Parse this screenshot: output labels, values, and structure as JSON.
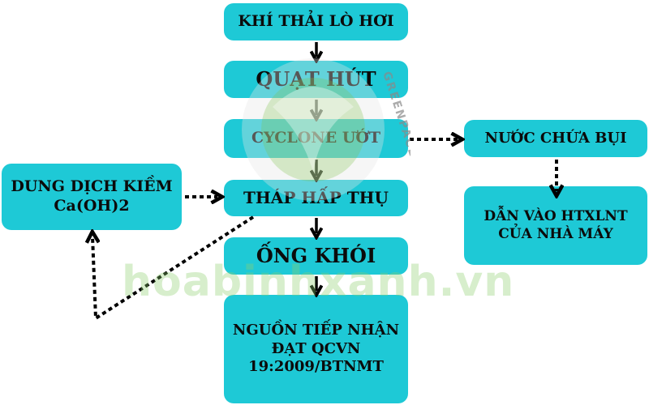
{
  "nodes": {
    "khi_thai": "KHÍ THẢI LÒ HƠI",
    "quat_hut": "QUẠT HÚT",
    "cyclone": "CYCLONE ƯỚT",
    "thap_hap_thu": "THÁP HẤP THỤ",
    "ong_khoi": "ỐNG KHÓI",
    "nguon_tiep_nhan": "NGUỒN TIẾP NHẬN ĐẠT QCVN 19:2009/BTNMT",
    "dung_dich": "DUNG DỊCH KIỀM Ca(OH)2",
    "nuoc_chua_bui": "NƯỚC CHỨA BỤI",
    "dan_vao": "DẪN VÀO HTXLNT CỦA NHÀ MÁY"
  },
  "watermark": {
    "text": "hoabinhxanh.vn",
    "logo_text": "GREENPACE"
  },
  "colors": {
    "box": "#1ec9d6",
    "arrow": "#000000",
    "watermark": "#8ed06f"
  }
}
